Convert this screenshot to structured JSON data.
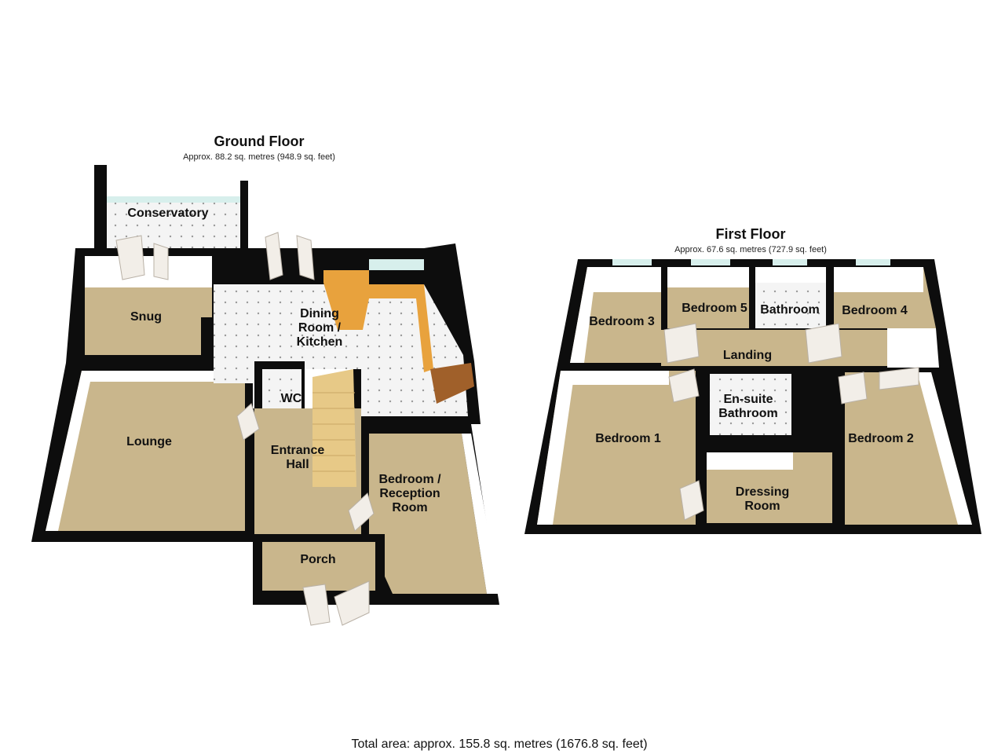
{
  "ground_floor": {
    "title": "Ground Floor",
    "area": "Approx. 88.2 sq. metres (948.9 sq. feet)",
    "rooms": {
      "conservatory": "Conservatory",
      "snug": "Snug",
      "dining_kitchen_1": "Dining",
      "dining_kitchen_2": "Room /",
      "dining_kitchen_3": "Kitchen",
      "wc": "WC",
      "lounge": "Lounge",
      "entrance_1": "Entrance",
      "entrance_2": "Hall",
      "bed_recep_1": "Bedroom /",
      "bed_recep_2": "Reception",
      "bed_recep_3": "Room",
      "porch": "Porch"
    }
  },
  "first_floor": {
    "title": "First Floor",
    "area": "Approx. 67.6 sq. metres (727.9 sq. feet)",
    "rooms": {
      "bedroom3": "Bedroom 3",
      "bedroom5": "Bedroom 5",
      "bathroom": "Bathroom",
      "bedroom4": "Bedroom 4",
      "landing": "Landing",
      "ensuite_1": "En-suite",
      "ensuite_2": "Bathroom",
      "bedroom1": "Bedroom 1",
      "bedroom2": "Bedroom 2",
      "dressing_1": "Dressing",
      "dressing_2": "Room"
    }
  },
  "total_area": "Total area: approx. 155.8 sq. metres (1676.8 sq. feet)",
  "colors": {
    "carpet": "#c9b68c",
    "tile": "#f4f4f4",
    "wall": "#0d0d0d",
    "worktop": "#e8a23d",
    "window": "#d7efec"
  }
}
